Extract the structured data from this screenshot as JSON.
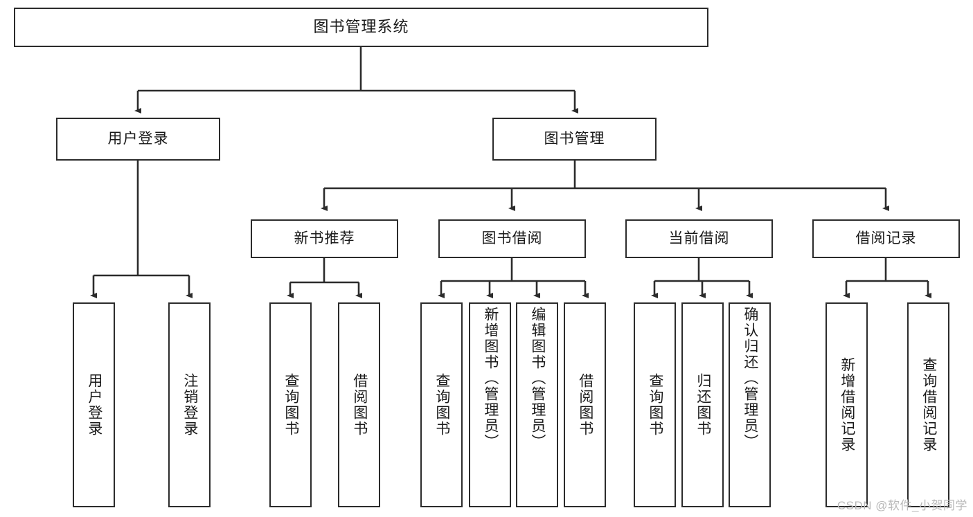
{
  "diagram": {
    "type": "tree-hierarchy-chart",
    "title": "图书管理系统",
    "colors": {
      "stroke": "#2b2b2b",
      "fill": "#ffffff",
      "text": "#1a1a1a",
      "watermark": "#b9b9b9"
    },
    "levels": {
      "root": {
        "label": "图书管理系统"
      },
      "level2": [
        {
          "label": "用户登录"
        },
        {
          "label": "图书管理"
        }
      ],
      "level3": [
        {
          "label": "新书推荐"
        },
        {
          "label": "图书借阅"
        },
        {
          "label": "当前借阅"
        },
        {
          "label": "借阅记录"
        }
      ],
      "leaves": {
        "user_login": [
          {
            "label": "用户登录"
          },
          {
            "label": "注销登录"
          }
        ],
        "new_book_recommend": [
          {
            "label": "查询图书"
          },
          {
            "label": "借阅图书"
          }
        ],
        "book_borrow": [
          {
            "label": "查询图书"
          },
          {
            "label": "新增图书（管理员）"
          },
          {
            "label": "编辑图书（管理员）"
          },
          {
            "label": "借阅图书"
          }
        ],
        "current_borrow": [
          {
            "label": "查询图书"
          },
          {
            "label": "归还图书"
          },
          {
            "label": "确认归还（管理员）"
          }
        ],
        "borrow_records": [
          {
            "label": "新增借阅记录"
          },
          {
            "label": "查询借阅记录"
          }
        ]
      }
    }
  },
  "watermark": {
    "text": "CSDN @软件_小贺同学"
  }
}
